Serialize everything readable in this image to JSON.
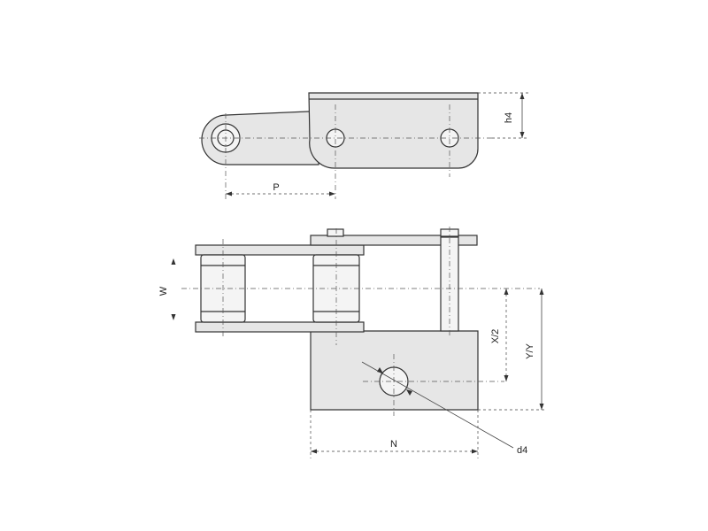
{
  "labels": {
    "pitch": "P",
    "height": "h4",
    "width": "W",
    "half_x": "X/2",
    "y": "Y/Y",
    "offset": "N",
    "hole_diameter": "d4"
  }
}
